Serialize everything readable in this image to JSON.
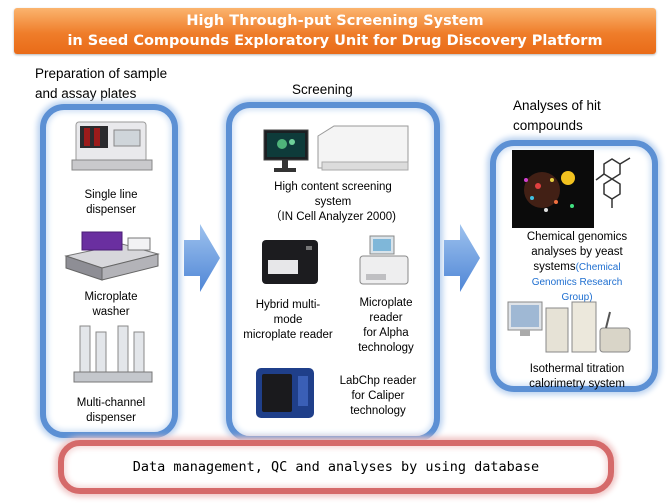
{
  "banner": {
    "line1": "High Through-put Screening System",
    "line2": "in Seed Compounds Exploratory Unit for Drug Discovery Platform"
  },
  "sections": {
    "prep_line1": "Preparation of sample",
    "prep_line2": "and assay plates",
    "screening": "Screening",
    "analyses_line1": "Analyses of hit",
    "analyses_line2": "compounds"
  },
  "prep_items": {
    "single_line1": "Single line",
    "single_line2": "dispenser",
    "washer_line1": "Microplate",
    "washer_line2": "washer",
    "multi_line1": "Multi-channel",
    "multi_line2": "dispenser"
  },
  "screen_items": {
    "hcs_line1": "High content screening",
    "hcs_line2": "system",
    "hcs_line3": "（IN Cell Analyzer 2000)",
    "hybrid_line1": "Hybrid multi-",
    "hybrid_line2": "mode",
    "hybrid_line3": "microplate reader",
    "alpha_line1": "Microplate",
    "alpha_line2": "reader",
    "alpha_line3": "for Alpha",
    "alpha_line4": "technology",
    "labchip_line1": "LabChp reader",
    "labchip_line2": "for Caliper",
    "labchip_line3": "technology"
  },
  "analysis_items": {
    "chem_line1": "Chemical genomics",
    "chem_line2": "analyses by yeast",
    "chem_line3": "systems",
    "chem_group_a": "(Chemical",
    "chem_group_b": "Genomics  Research",
    "chem_group_c": "Group)",
    "itc_line1": "Isothermal titration",
    "itc_line2": "calorimetry system"
  },
  "footer": {
    "database": "Data management, QC and analyses by using database"
  },
  "colors": {
    "banner": "#ef7d2a",
    "panel_border": "#5c90d4",
    "arrow": "#6a9fe0",
    "footer_border": "#d56a6a",
    "group_text": "#1f6fd0"
  }
}
